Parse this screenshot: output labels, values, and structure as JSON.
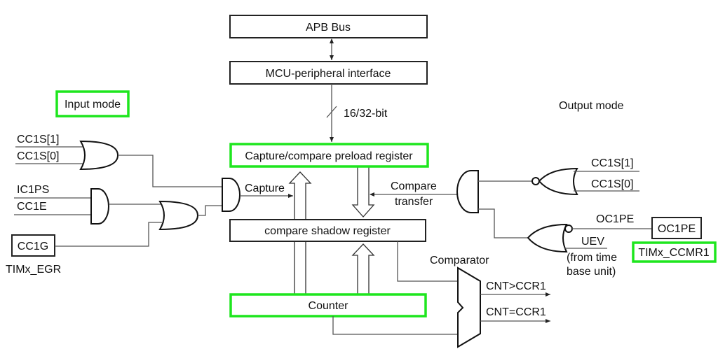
{
  "blocks": {
    "apb_bus": "APB Bus",
    "mcu_interface": "MCU-peripheral interface",
    "bus_width": "16/32-bit",
    "preload_register": "Capture/compare preload register",
    "shadow_register": "compare shadow register",
    "counter": "Counter",
    "comparator": "Comparator"
  },
  "input_side": {
    "title": "Input mode",
    "cc1s1": "CC1S[1]",
    "cc1s0": "CC1S[0]",
    "ic1ps": "IC1PS",
    "cc1e": "CC1E",
    "cc1g": "CC1G",
    "egr": "TIMx_EGR",
    "capture": "Capture"
  },
  "output_side": {
    "title": "Output mode",
    "cc1s1": "CC1S[1]",
    "cc1s0": "CC1S[0]",
    "compare": "Compare",
    "transfer": "transfer",
    "oc1pe_label": "OC1PE",
    "oc1pe_box": "OC1PE",
    "ccmr1": "TIMx_CCMR1",
    "uev": "UEV",
    "uev_note1": "(from time",
    "uev_note2": "base unit)",
    "cnt_gt": "CNT>CCR1",
    "cnt_eq": "CNT=CCR1"
  },
  "colors": {
    "highlight": "#1ee61e"
  }
}
